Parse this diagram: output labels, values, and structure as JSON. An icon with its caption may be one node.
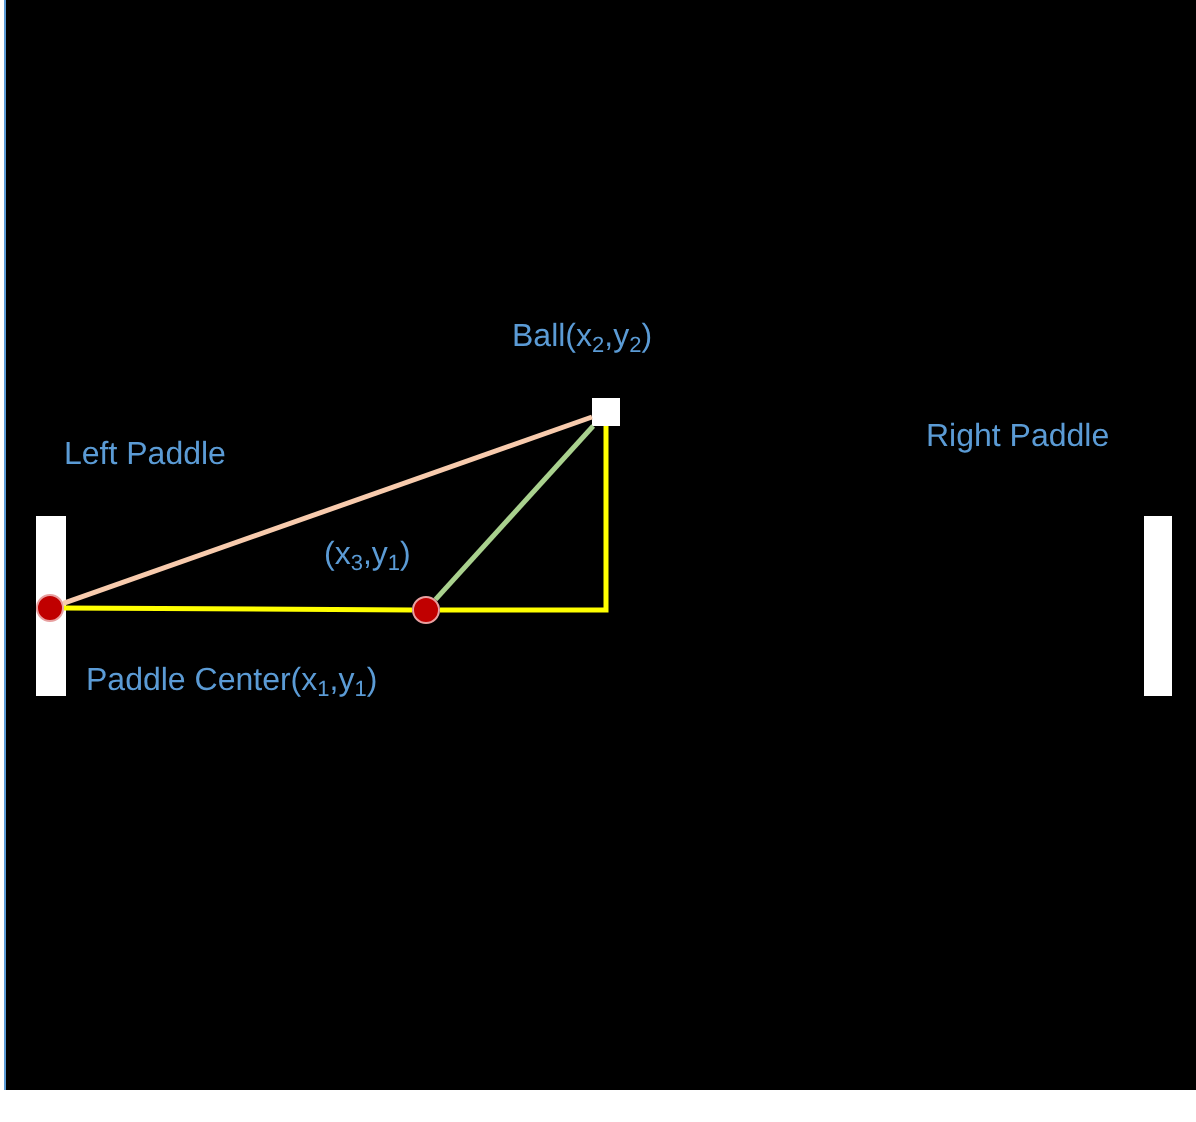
{
  "diagram": {
    "nodes": [
      {
        "text": [],
        "shape": "bar",
        "beside": [
          "Left Paddle"
        ]
      },
      {
        "text": [],
        "shape": "circle",
        "in": 0
      },
      {
        "text": [],
        "shape": "box",
        "beside": [
          "Ball(x$_{2}$,y$_{2}$)"
        ]
      },
      {
        "text": [],
        "shape": "circle",
        "beside": [
          "(x$_{3}$,y$_{1}$)"
        ]
      },
      {
        "text": [],
        "shape": "bar",
        "beside": [
          "Right Paddle"
        ]
      }
    ],
    "edges": [
      {
        "from": 1,
        "to": 2,
        "arrow": "none",
        "color": "#f8cbad"
      },
      {
        "from": 1,
        "to": 3,
        "arrow": "none",
        "color": "#ffff00"
      },
      {
        "from": 3,
        "to": 2,
        "arrow": "none",
        "color": "#ffff00"
      },
      {
        "from": 3,
        "to": 2,
        "arrow": "none",
        "color": "#a9d18e"
      }
    ],
    "labels": [
      "Paddle Center(x$_{1}$,y$_{1}$)"
    ]
  }
}
